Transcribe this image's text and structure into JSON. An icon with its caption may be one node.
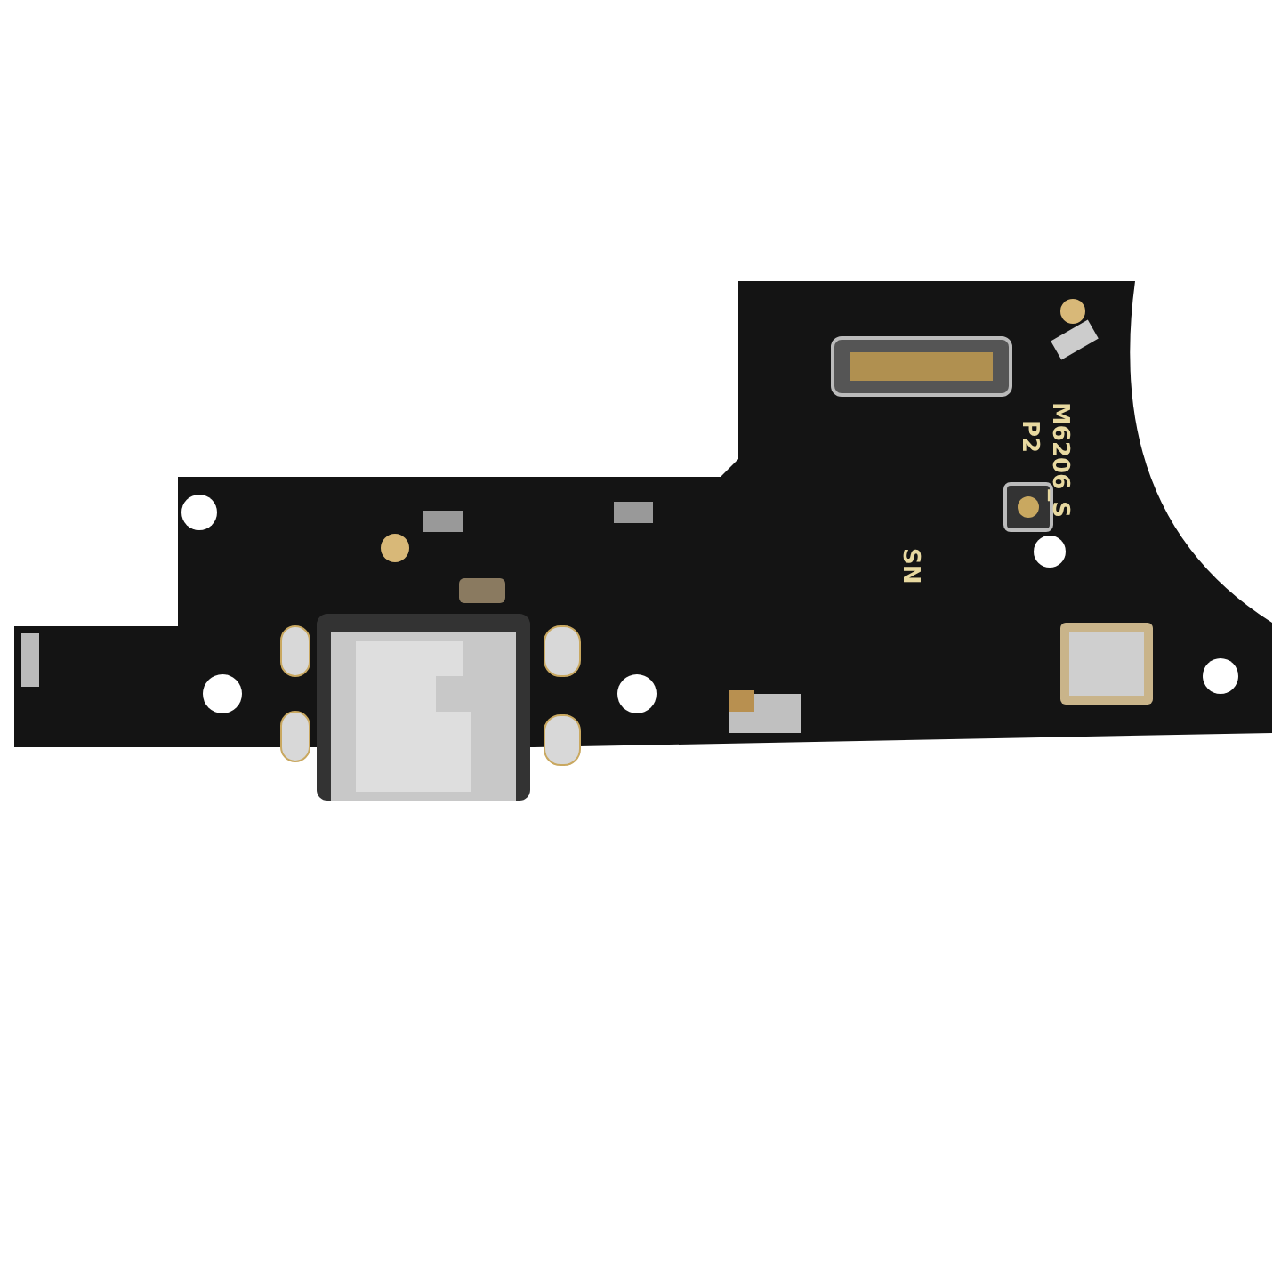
{
  "diagram": {
    "labels": [
      "M6206_S",
      "P2",
      "SN"
    ]
  }
}
